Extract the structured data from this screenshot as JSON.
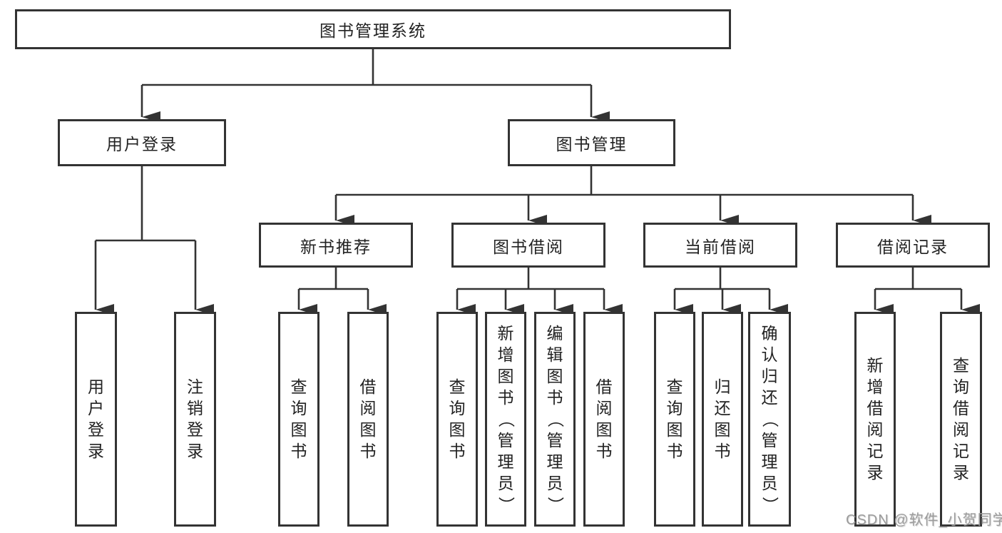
{
  "diagram": {
    "root": {
      "label": "图书管理系统"
    },
    "branches": {
      "user_login": {
        "label": "用户登录",
        "children": [
          {
            "label": "用户登录"
          },
          {
            "label": "注销登录"
          }
        ]
      },
      "book_management": {
        "label": "图书管理",
        "sections": [
          {
            "label": "新书推荐",
            "children": [
              {
                "label": "查询图书"
              },
              {
                "label": "借阅图书"
              }
            ]
          },
          {
            "label": "图书借阅",
            "children": [
              {
                "label": "查询图书"
              },
              {
                "label": "新增图书（管理员）"
              },
              {
                "label": "编辑图书（管理员）"
              },
              {
                "label": "借阅图书"
              }
            ]
          },
          {
            "label": "当前借阅",
            "children": [
              {
                "label": "查询图书"
              },
              {
                "label": "归还图书"
              },
              {
                "label": "确认归还（管理员）"
              }
            ]
          },
          {
            "label": "借阅记录",
            "children": [
              {
                "label": "新增借阅记录"
              },
              {
                "label": "查询借阅记录"
              }
            ]
          }
        ]
      }
    },
    "watermark": "CSDN @软件_小贺同学",
    "colors": {
      "line": "#333333",
      "box_border": "#333333",
      "text": "#222222",
      "watermark": "#9c9c9c",
      "background": "#ffffff"
    }
  }
}
